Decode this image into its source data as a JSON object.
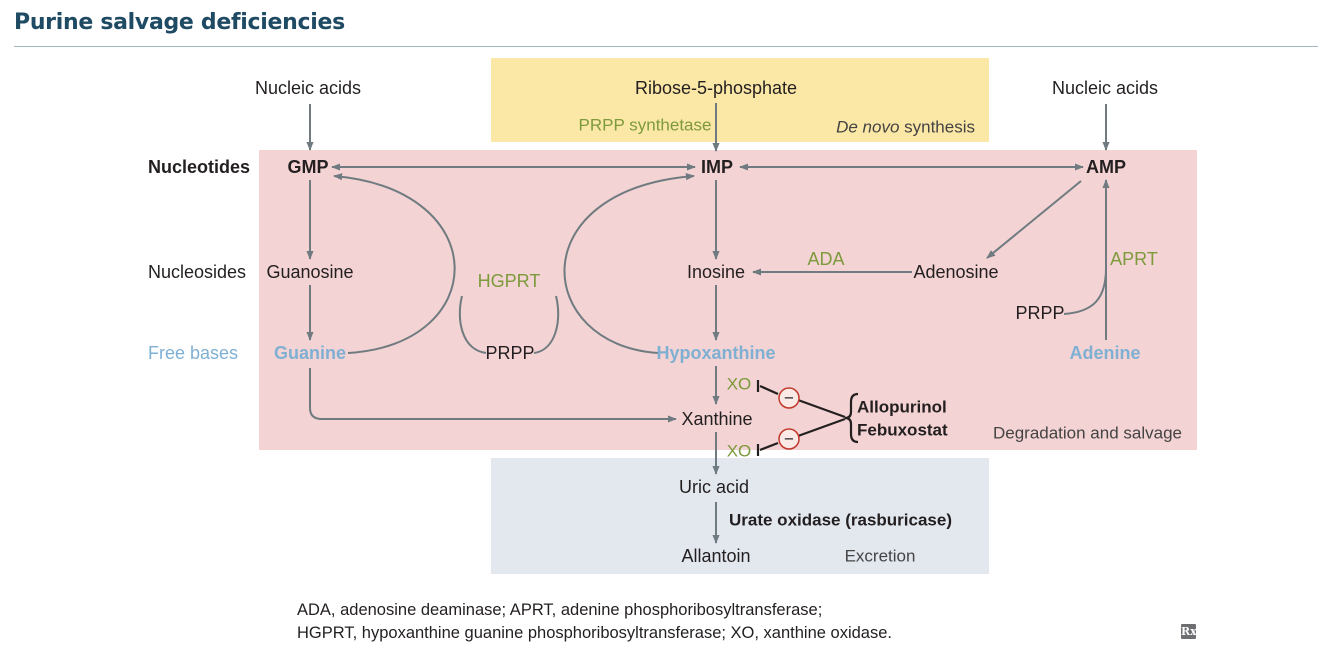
{
  "title": "Purine salvage deficiencies",
  "regions": {
    "denovo_prefix": "De novo",
    "denovo_suffix": " synthesis",
    "degradation": "Degradation and salvage",
    "excretion": "Excretion"
  },
  "row_labels": {
    "nucleotides": "Nucleotides",
    "nucleosides": "Nucleosides",
    "free_bases": "Free bases"
  },
  "nodes": {
    "nucleic_left": "Nucleic acids",
    "nucleic_right": "Nucleic acids",
    "ribose": "Ribose-5-phosphate",
    "gmp": "GMP",
    "imp": "IMP",
    "amp": "AMP",
    "guanosine": "Guanosine",
    "inosine": "Inosine",
    "adenosine": "Adenosine",
    "guanine": "Guanine",
    "hypoxanthine": "Hypoxanthine",
    "adenine": "Adenine",
    "xanthine": "Xanthine",
    "uric_acid": "Uric acid",
    "allantoin": "Allantoin",
    "prpp_mid": "PRPP",
    "prpp_right": "PRPP"
  },
  "enzymes": {
    "prpp_synthetase": "PRPP synthetase",
    "hgprt": "HGPRT",
    "ada": "ADA",
    "aprt": "APRT",
    "xo_top": "XO",
    "xo_bottom": "XO",
    "urate_oxidase": "Urate oxidase (rasburicase)"
  },
  "inhibitors": {
    "allopurinol": "Allopurinol",
    "febuxostat": "Febuxostat",
    "minus_symbol": "−"
  },
  "footer": {
    "line1": "ADA, adenosine deaminase; APRT, adenine phosphoribosyltransferase;",
    "line2": "HGPRT, hypoxanthine guanine phosphoribosyltransferase; XO, xanthine oxidase."
  },
  "colors": {
    "title": "#1f4a63",
    "enzyme_green": "#7d9a3c",
    "free_base_blue": "#7fb0d3",
    "arrow_gray": "#6f7b80",
    "denovo_yellow": "#fbe7a6",
    "degradation_pink": "#f3d3d3",
    "excretion_blue": "#e3e8ef",
    "inhibit_red": "#c0392b"
  },
  "icons": {
    "rx_logo": "Rx"
  }
}
